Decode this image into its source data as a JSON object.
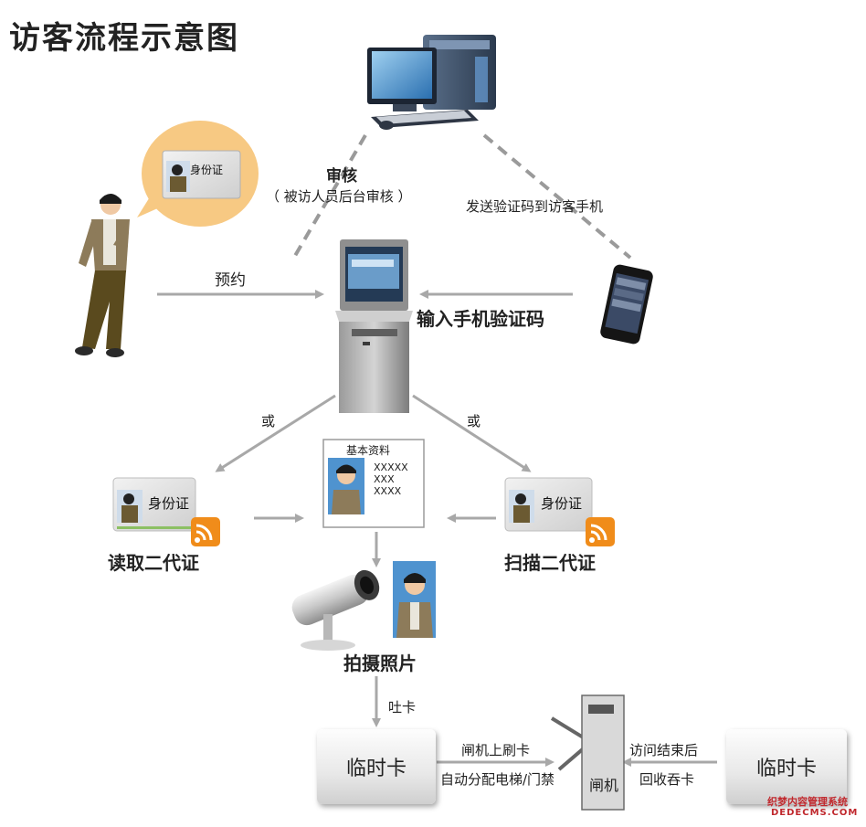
{
  "title": "访客流程示意图",
  "labels": {
    "review": "审核",
    "review_note": "（ 被访人员后台审核 ）",
    "send_code": "发送验证码到访客手机",
    "reserve": "预约",
    "input_code": "输入手机验证码",
    "or_left": "或",
    "or_right": "或",
    "read_id": "读取二代证",
    "scan_id": "扫描二代证",
    "photo": "拍摄照片",
    "dispense": "吐卡",
    "gate_swipe_1": "闸机上刷卡",
    "gate_swipe_2": "自动分配电梯/门禁",
    "after_visit_1": "访问结束后",
    "after_visit_2": "回收吞卡"
  },
  "id_card": {
    "label": "身份证"
  },
  "info_sheet": {
    "title": "基本资料",
    "lines": [
      "XXXXX",
      "XXX",
      "XXXX"
    ]
  },
  "temp_card": {
    "label": "临时卡"
  },
  "gate": {
    "label": "闸机"
  },
  "watermark": {
    "line1": "织梦内容管理系统",
    "line2": "DEDECMS.COM"
  },
  "colors": {
    "arrow": "#a8a8a8",
    "rss": "#f08c1a",
    "photo_bg": "#4f93cf",
    "watermark": "#c0282d"
  }
}
